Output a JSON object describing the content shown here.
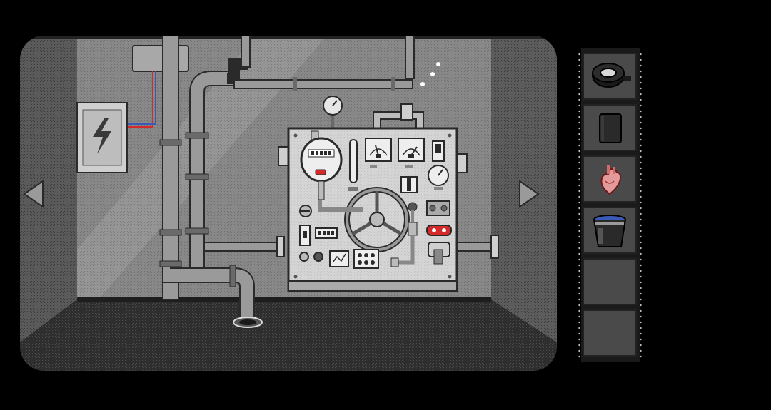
{
  "scene": {
    "name": "boiler-room",
    "colors": {
      "wall": "#8a8a8a",
      "floor": "#2c2c2c",
      "panel": "#d4d4d4",
      "pipe": "#9a9a9a",
      "accent_red": "#d42a2a",
      "wire_blue": "#3a5ab8"
    },
    "fuse_box_icon": "lightning-bolt-icon"
  },
  "navigation": {
    "left_icon": "triangle-left-icon",
    "right_icon": "triangle-right-icon"
  },
  "inventory": {
    "slots": [
      {
        "item": "duct-tape",
        "icon": "duct-tape-icon"
      },
      {
        "item": "black-book",
        "icon": "book-icon"
      },
      {
        "item": "anatomical-heart",
        "icon": "heart-organ-icon"
      },
      {
        "item": "bucket-of-water",
        "icon": "water-bucket-icon"
      },
      {
        "item": "",
        "icon": ""
      },
      {
        "item": "",
        "icon": ""
      }
    ]
  }
}
